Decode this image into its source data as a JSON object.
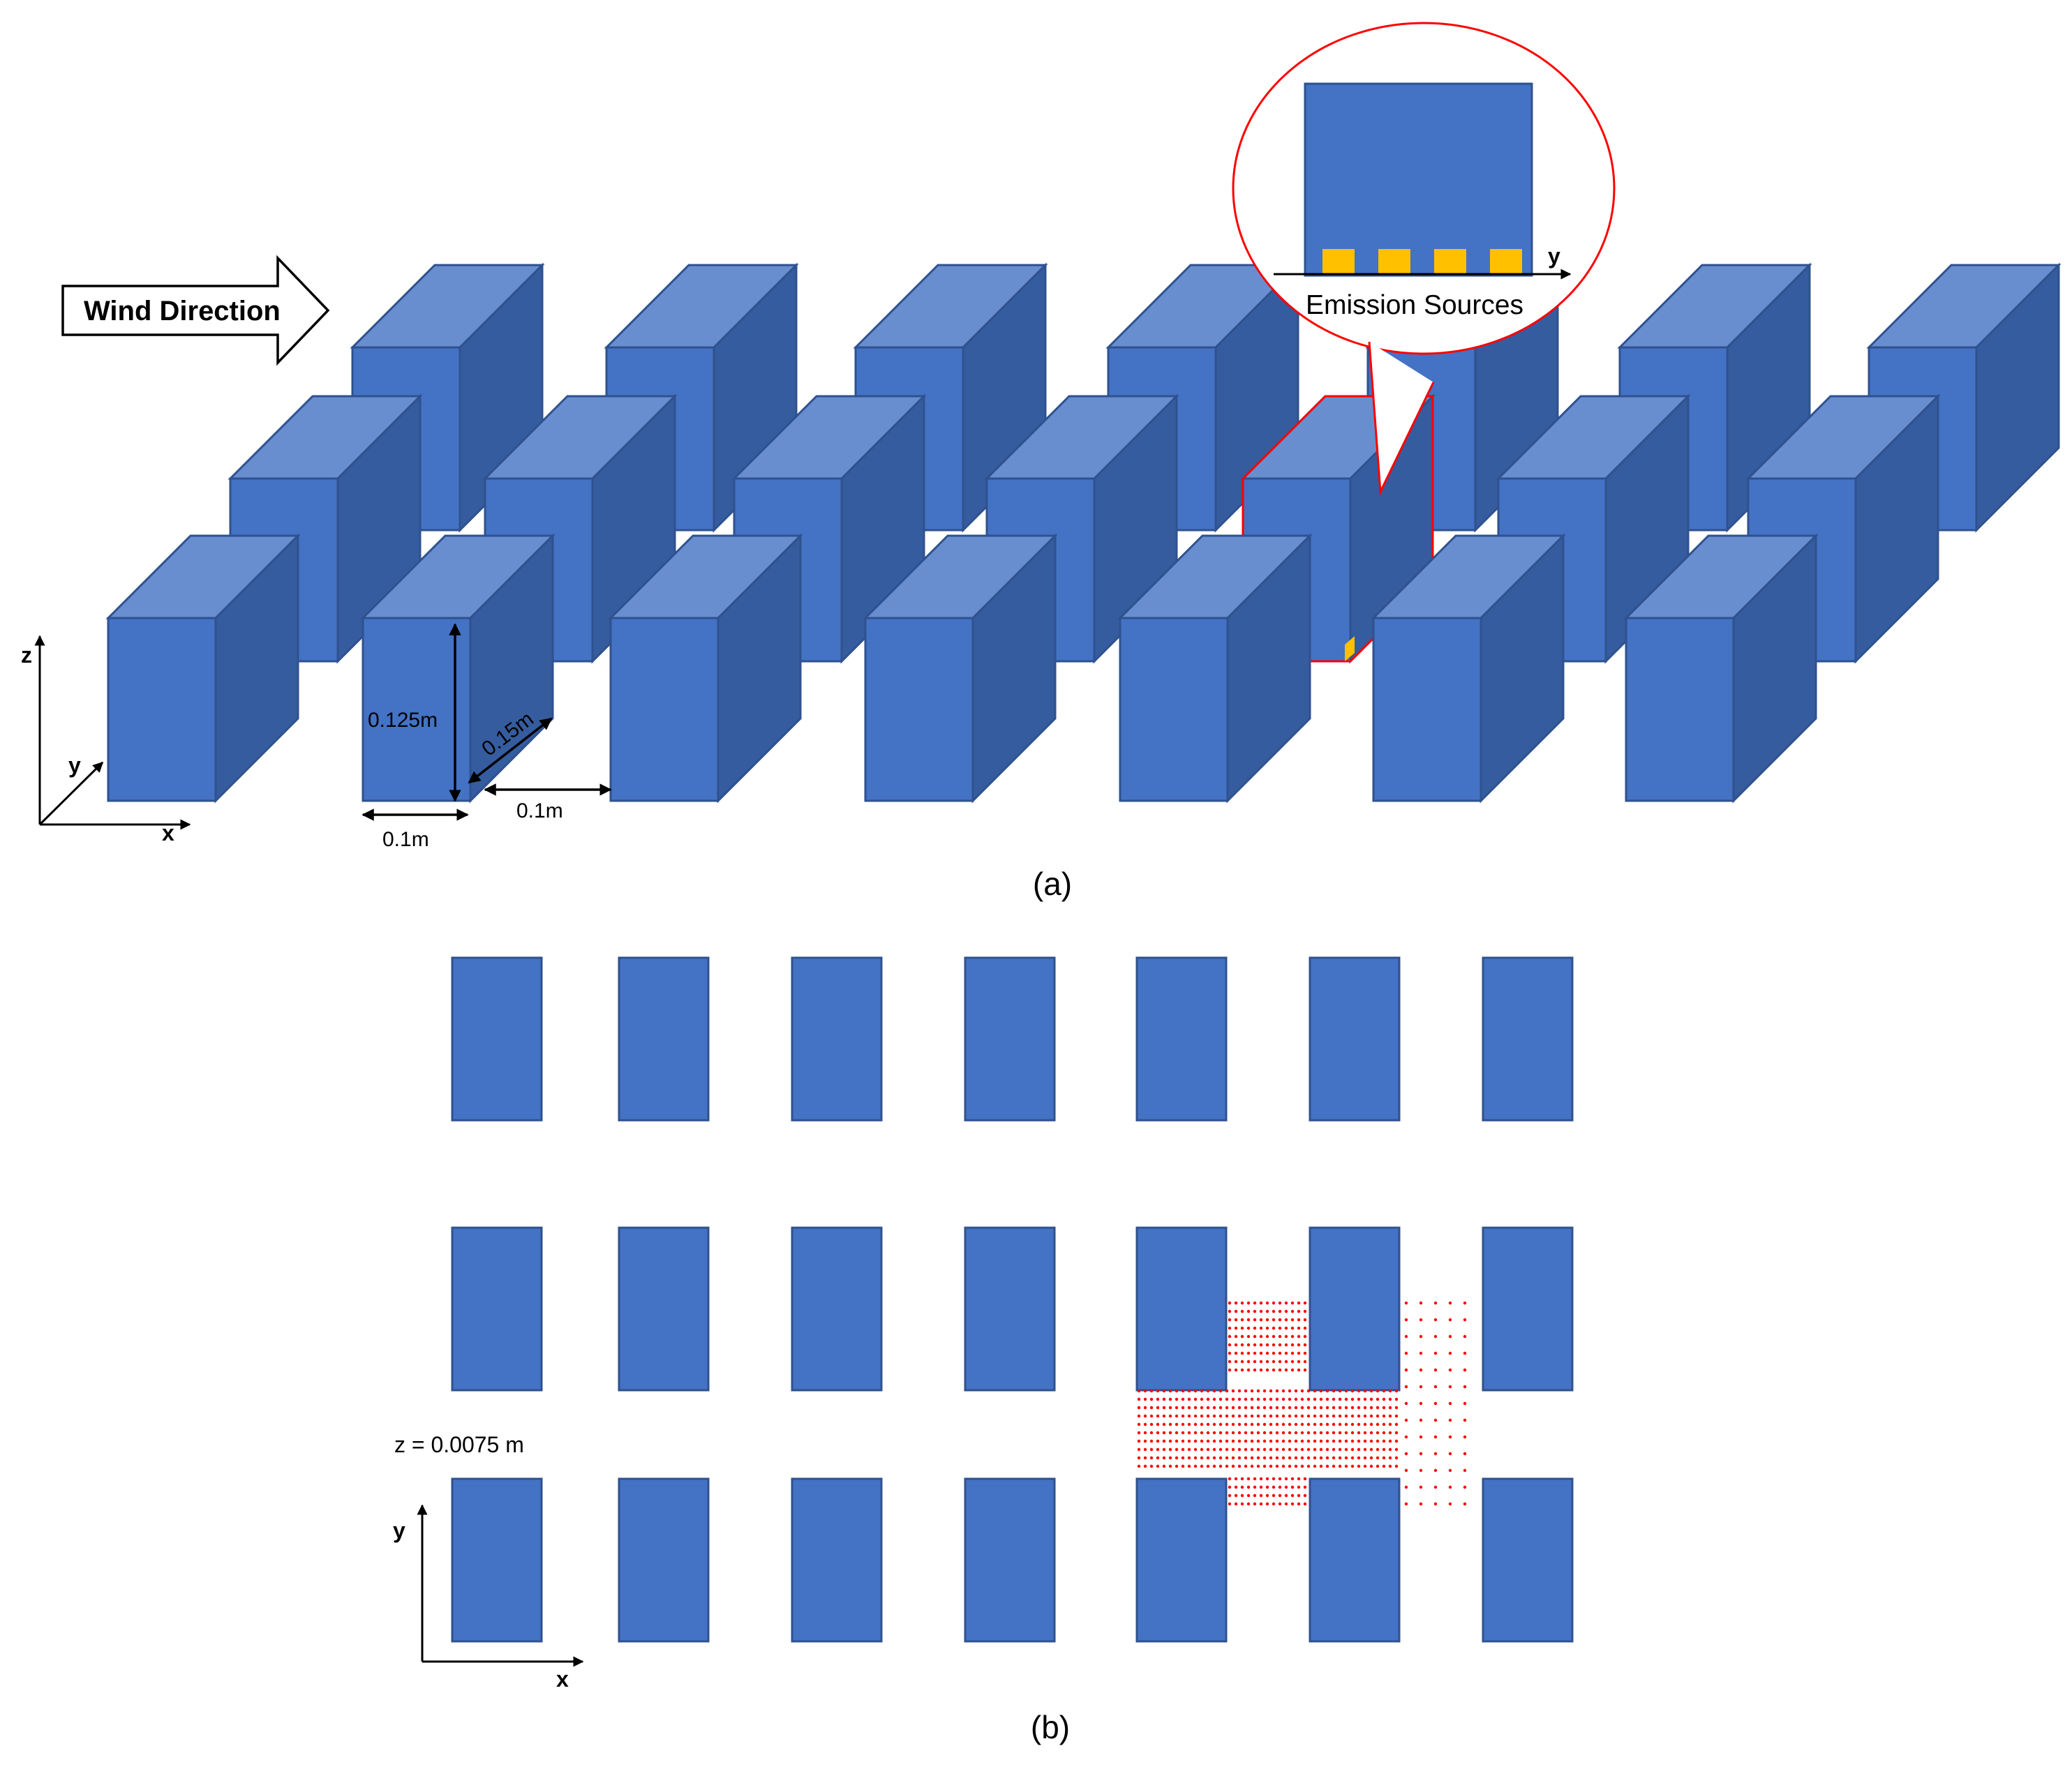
{
  "wind_label": "Wind Direction",
  "axes_3d": {
    "z": "z",
    "y": "y",
    "x": "x"
  },
  "dimensions": {
    "height": "0.125m",
    "depth": "0.15m",
    "width": "0.1m",
    "gap": "0.1m"
  },
  "callout": {
    "axis": "y",
    "label": "Emission Sources",
    "source_count": 4
  },
  "panel_a_label": "(a)",
  "panel_b_label": "(b)",
  "plan_view": {
    "z_label": "z = 0.0075 m",
    "y_axis": "y",
    "x_axis": "x",
    "columns": 7,
    "rows": 3
  },
  "colors": {
    "building_front": "#4472c4",
    "building_top": "#698ed0",
    "building_side": "#355c9e",
    "outline": "#2f528f",
    "highlight": "#ff0000",
    "emission_source": "#ffc000",
    "sample_points": "#ff0000"
  }
}
